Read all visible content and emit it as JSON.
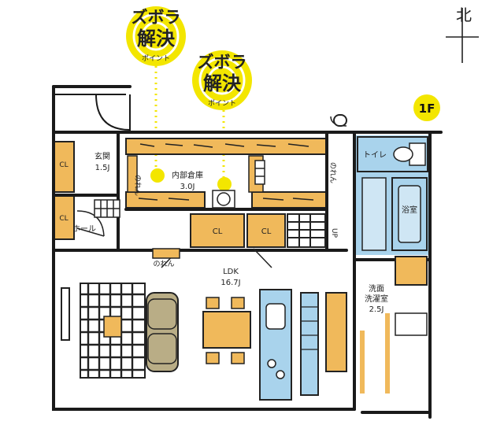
{
  "compass": {
    "direction": "北"
  },
  "floor_badge": {
    "text": "1F"
  },
  "callouts": [
    {
      "line1": "ズボラ",
      "line2": "解決",
      "line3": "ポイント"
    },
    {
      "line1": "ズボラ",
      "line2": "解決",
      "line3": "ポイント"
    }
  ],
  "rooms": {
    "genkan": {
      "name": "玄関",
      "size": "1.5J"
    },
    "naibu_souko": {
      "name": "内部倉庫",
      "size": "3.0J"
    },
    "hall": {
      "name": "ホール"
    },
    "ldk": {
      "name": "LDK",
      "size": "16.7J"
    },
    "toilet": {
      "name": "トイレ"
    },
    "bath": {
      "name": "浴室"
    },
    "senmen_line1": "洗面",
    "senmen_line2": "洗濯室",
    "senmen_size": "2.5J"
  },
  "labels": {
    "cl_left_top": "CL",
    "cl_left_bottom": "CL",
    "cl_mid_1": "CL",
    "cl_mid_2": "CL",
    "noren_1": "のれん",
    "noren_2": "のれん",
    "noren_3": "のれん",
    "stair_up": "UP"
  },
  "colors": {
    "wood": "#f0b95b",
    "water": "#a9d3ec",
    "callout_yellow": "#f3e600",
    "sofa": "#b9ad86",
    "wall": "#1a1a1a"
  }
}
